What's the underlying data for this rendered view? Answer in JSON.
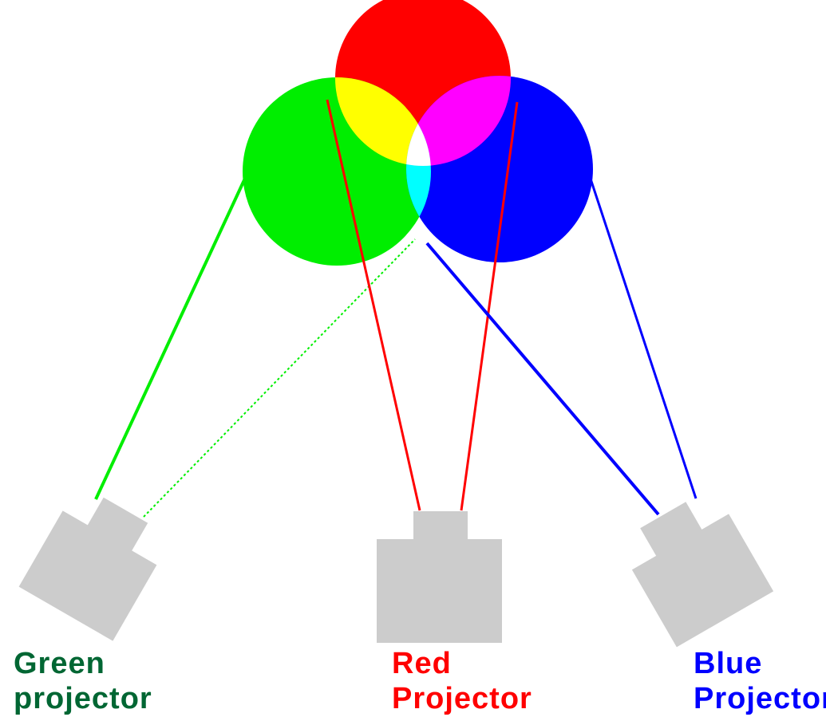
{
  "colors": {
    "background": "#ffffff",
    "red": "#ff0000",
    "green": "#00ee00",
    "blue": "#0000ff",
    "yellow": "#ffff00",
    "magenta": "#ff00ff",
    "cyan": "#00ffff",
    "white": "#ffffff",
    "projector": "#cccccc",
    "green_label": "#006633",
    "red_label": "#ff0000",
    "blue_label": "#0000ff"
  },
  "labels": {
    "green": {
      "line1": "Green",
      "line2": "projector"
    },
    "red": {
      "line1": "Red",
      "line2": "Projector"
    },
    "blue": {
      "line1": "Blue",
      "line2": "Projector"
    }
  }
}
